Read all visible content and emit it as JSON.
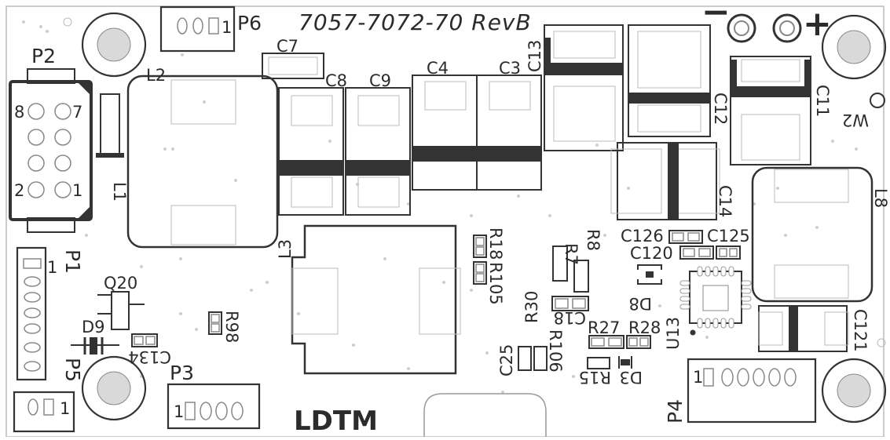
{
  "board": {
    "title": "7057-7072-70  RevB",
    "footer_label": "LDTM",
    "polarity": {
      "minus": "−",
      "plus": "+"
    },
    "colors": {
      "silkscreen": "#333333",
      "pad_outline": "#888888",
      "board_edge": "#bbbbbb",
      "mount_hole": "#d9d9d9",
      "background": "#ffffff"
    }
  },
  "connectors": {
    "P1": {
      "ref": "P1",
      "pin1": "1"
    },
    "P2": {
      "ref": "P2",
      "pins": [
        "8",
        "7",
        "2",
        "1"
      ]
    },
    "P3": {
      "ref": "P3",
      "pin1": "1"
    },
    "P4": {
      "ref": "P4",
      "pin1": "1"
    },
    "P5": {
      "ref": "P5",
      "pin1": "1"
    },
    "P6": {
      "ref": "P6",
      "pin1": "1"
    }
  },
  "refdes": {
    "L1": "L1",
    "L2": "L2",
    "L3": "L3",
    "L8": "L8",
    "C3": "C3",
    "C4": "C4",
    "C7": "C7",
    "C8": "C8",
    "C9": "C9",
    "C11": "C11",
    "C12": "C12",
    "C13": "C13",
    "C14": "C14",
    "C18": "C18",
    "C25": "C25",
    "C120": "C120",
    "C121": "C121",
    "C125": "C125",
    "C126": "C126",
    "C134": "C134",
    "R7": "R7",
    "R8": "R8",
    "R15": "R15",
    "R18": "R18",
    "R27": "R27",
    "R28": "R28",
    "R30": "R30",
    "R98": "R98",
    "R105": "R105",
    "R106": "R106",
    "Q20": "Q20",
    "D3": "D3",
    "D8": "D8",
    "D9": "D9",
    "U13": "U13",
    "W2": "W2"
  }
}
